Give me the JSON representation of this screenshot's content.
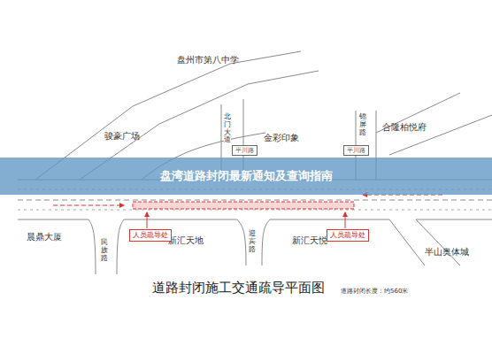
{
  "diagram": {
    "title": "盘湾道路封闭最新通知及查询指南",
    "caption": "道路封闭施工交通疏导平面图",
    "nodes": [
      {
        "text": [
          "平川路"
        ]
      },
      {
        "text": [
          "平川路"
        ]
      },
      {
        "text": [
          "人员疏导处"
        ]
      },
      {
        "text": [
          "人员疏导处"
        ]
      }
    ],
    "labels": [
      "盘州市第八中学",
      "骏豪广场",
      "北门大道",
      "金彩印象",
      "锦屏路",
      "合隆柏悦府",
      "晨鼎大厦",
      "新汇天地",
      "迎宾路",
      "新汇天悦",
      "半山奥体城",
      "民族路",
      "道路封闭长度：约560米"
    ]
  }
}
